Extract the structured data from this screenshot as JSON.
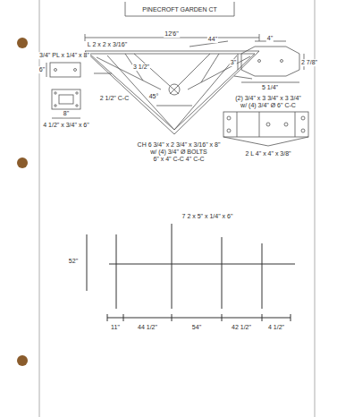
{
  "diagram": {
    "title": "PINECROFT GARDEN CT",
    "labels": [
      "12'6\"",
      "44\"",
      "L 2 x 2 x 3/16\"",
      "6\"",
      "3/4\" PL x 1/4\" x 8\"",
      "4\"",
      "3\"",
      "2 7/8\"",
      "5 1/4\"",
      "(2) 3/4\" x 3 3/4\" x 3 3/4\"",
      "w/ (4) 3/4\" Ø 6\" C-C",
      "2 L 4\" x 4\" x 3/8\"",
      "CH 6 3/4\" x 2 3/4\" x 3/16\" x 8\"",
      "w/ (4) 3/4\" Ø BOLTS",
      "6\" x 4\" C-C 4\" C-C",
      "7 2 x 5\" x 1/4\" x 6\"",
      "52\"",
      "11\"",
      "44 1/2\"",
      "54\"",
      "42 1/2\"",
      "4 1/2\"",
      "4 1/2\" x 3/4\" x 6\"",
      "8\"",
      "3 1/2\"",
      "45°",
      "2 1/2\" C-C"
    ]
  }
}
